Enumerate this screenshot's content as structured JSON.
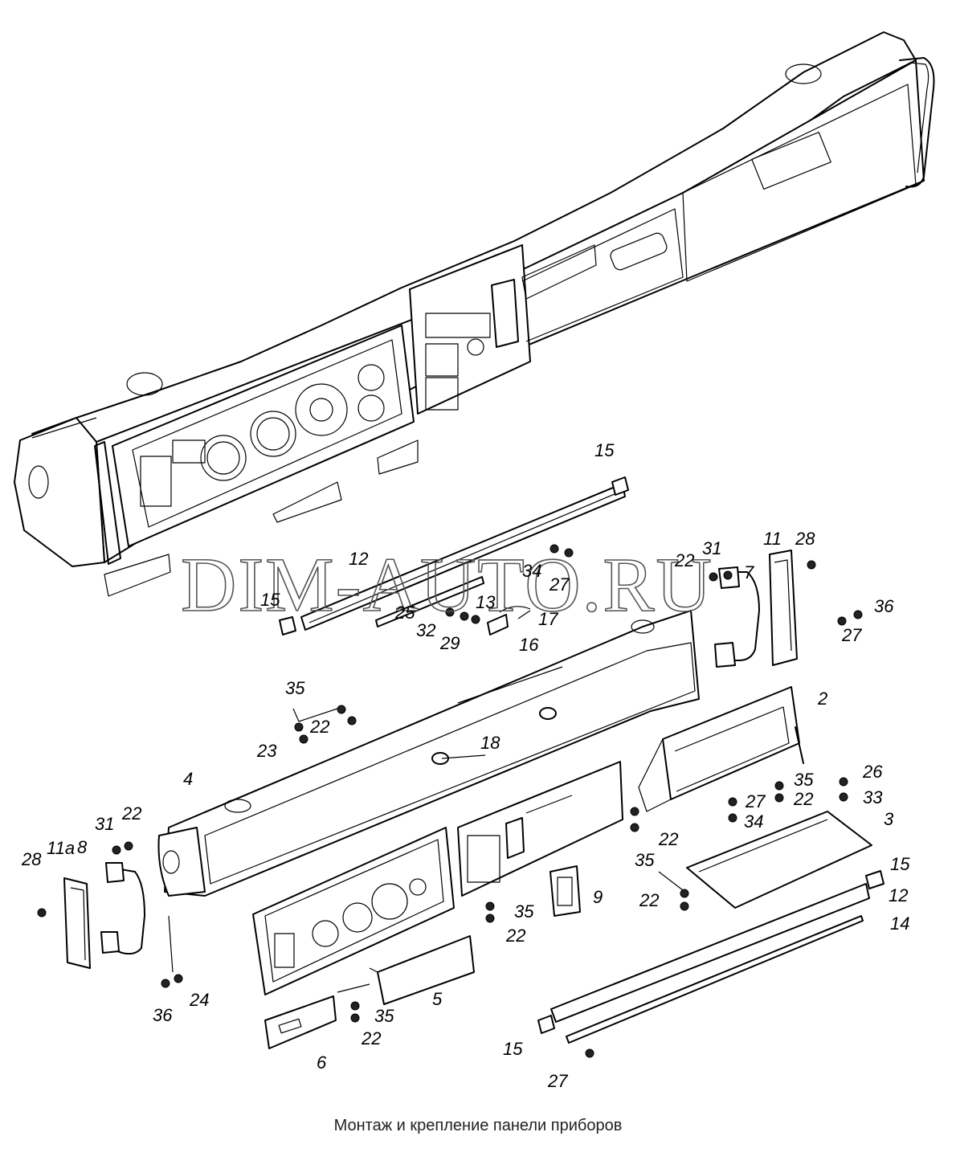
{
  "caption": "Монтаж и крепление панели приборов",
  "watermark": "DIM-AUTO.RU",
  "part_labels": [
    "15",
    "12",
    "13",
    "15",
    "17",
    "16",
    "25",
    "32",
    "29",
    "34",
    "27",
    "22",
    "31",
    "7",
    "11",
    "28",
    "36",
    "27",
    "2",
    "35",
    "22",
    "23",
    "18",
    "4",
    "26",
    "35",
    "22",
    "33",
    "27",
    "34",
    "22",
    "3",
    "31",
    "22",
    "11а",
    "8",
    "28",
    "35",
    "22",
    "15",
    "12",
    "9",
    "14",
    "35",
    "22",
    "5",
    "36",
    "24",
    "35",
    "22",
    "6",
    "15",
    "27"
  ]
}
